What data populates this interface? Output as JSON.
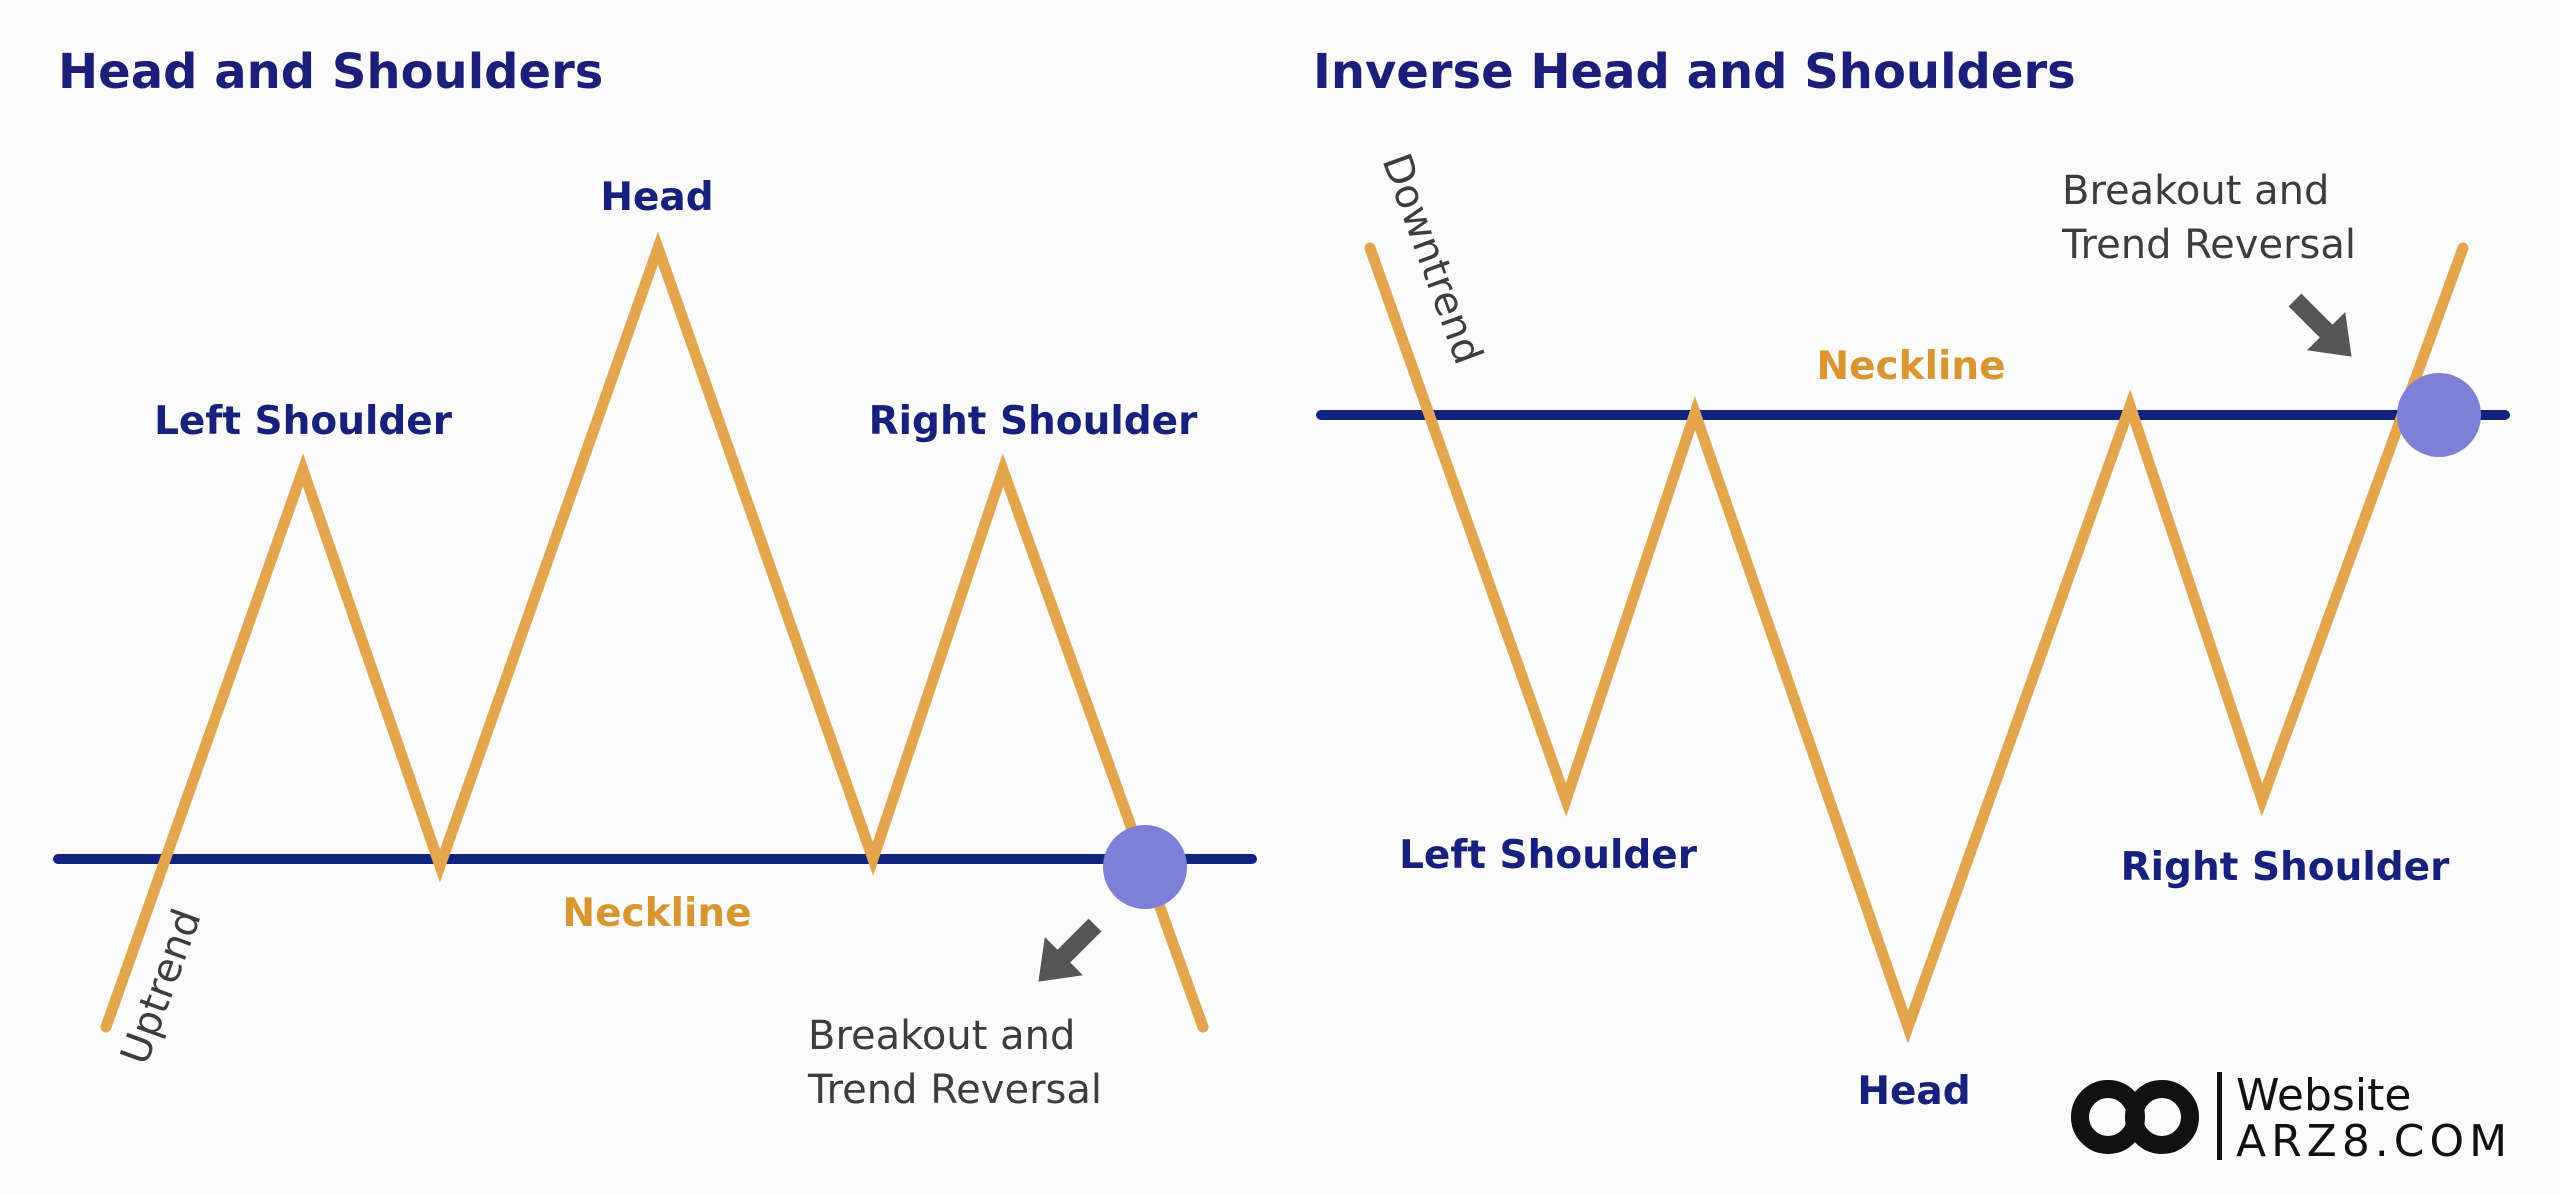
{
  "colors": {
    "title": "#1b1f7a",
    "label": "#16217d",
    "line": "#e3a64e",
    "neckline": "#10237f",
    "neckline_text": "#d9952f",
    "note": "#3d3d3d",
    "marker": "#7d80d6",
    "arrow": "#555555",
    "logo": "#111111",
    "background": "#fbfbfb"
  },
  "left": {
    "title": "Head and Shoulders",
    "head": "Head",
    "left_shoulder": "Left Shoulder",
    "right_shoulder": "Right Shoulder",
    "neckline": "Neckline",
    "trend": "Uptrend",
    "breakout_line1": "Breakout and",
    "breakout_line2": "Trend Reversal"
  },
  "right": {
    "title": "Inverse Head and Shoulders",
    "head": "Head",
    "left_shoulder": "Left Shoulder",
    "right_shoulder": "Right Shoulder",
    "neckline": "Neckline",
    "trend": "Downtrend",
    "breakout_line1": "Breakout and",
    "breakout_line2": "Trend Reversal"
  },
  "logo": {
    "line1": "Website",
    "line2": "ARZ8.COM"
  }
}
